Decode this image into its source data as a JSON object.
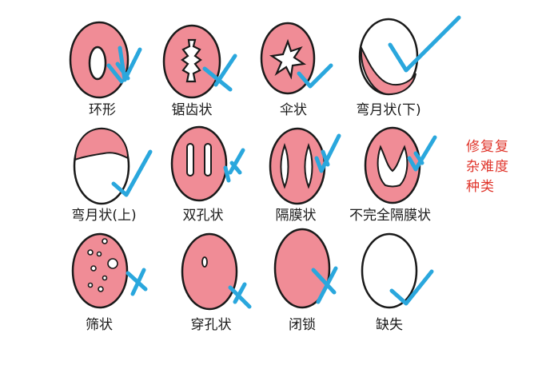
{
  "labels": {
    "ring": "环形",
    "serrated": "锯齿状",
    "umbrella": "伞状",
    "crescent_lower": "弯月状(下)",
    "crescent_upper": "弯月状(上)",
    "double_hole": "双孔状",
    "septate": "隔膜状",
    "incomplete_septate": "不完全隔膜状",
    "cribriform": "筛状",
    "perforated": "穿孔状",
    "imperforate": "闭锁",
    "absent": "缺失"
  },
  "side_note": {
    "line1": "修复复",
    "line2": "杂难度",
    "line3": "种类"
  },
  "colors": {
    "membrane": "#f08c96",
    "outline": "#1a1a1a",
    "check": "#2aa7dd",
    "note": "#e0352b"
  }
}
